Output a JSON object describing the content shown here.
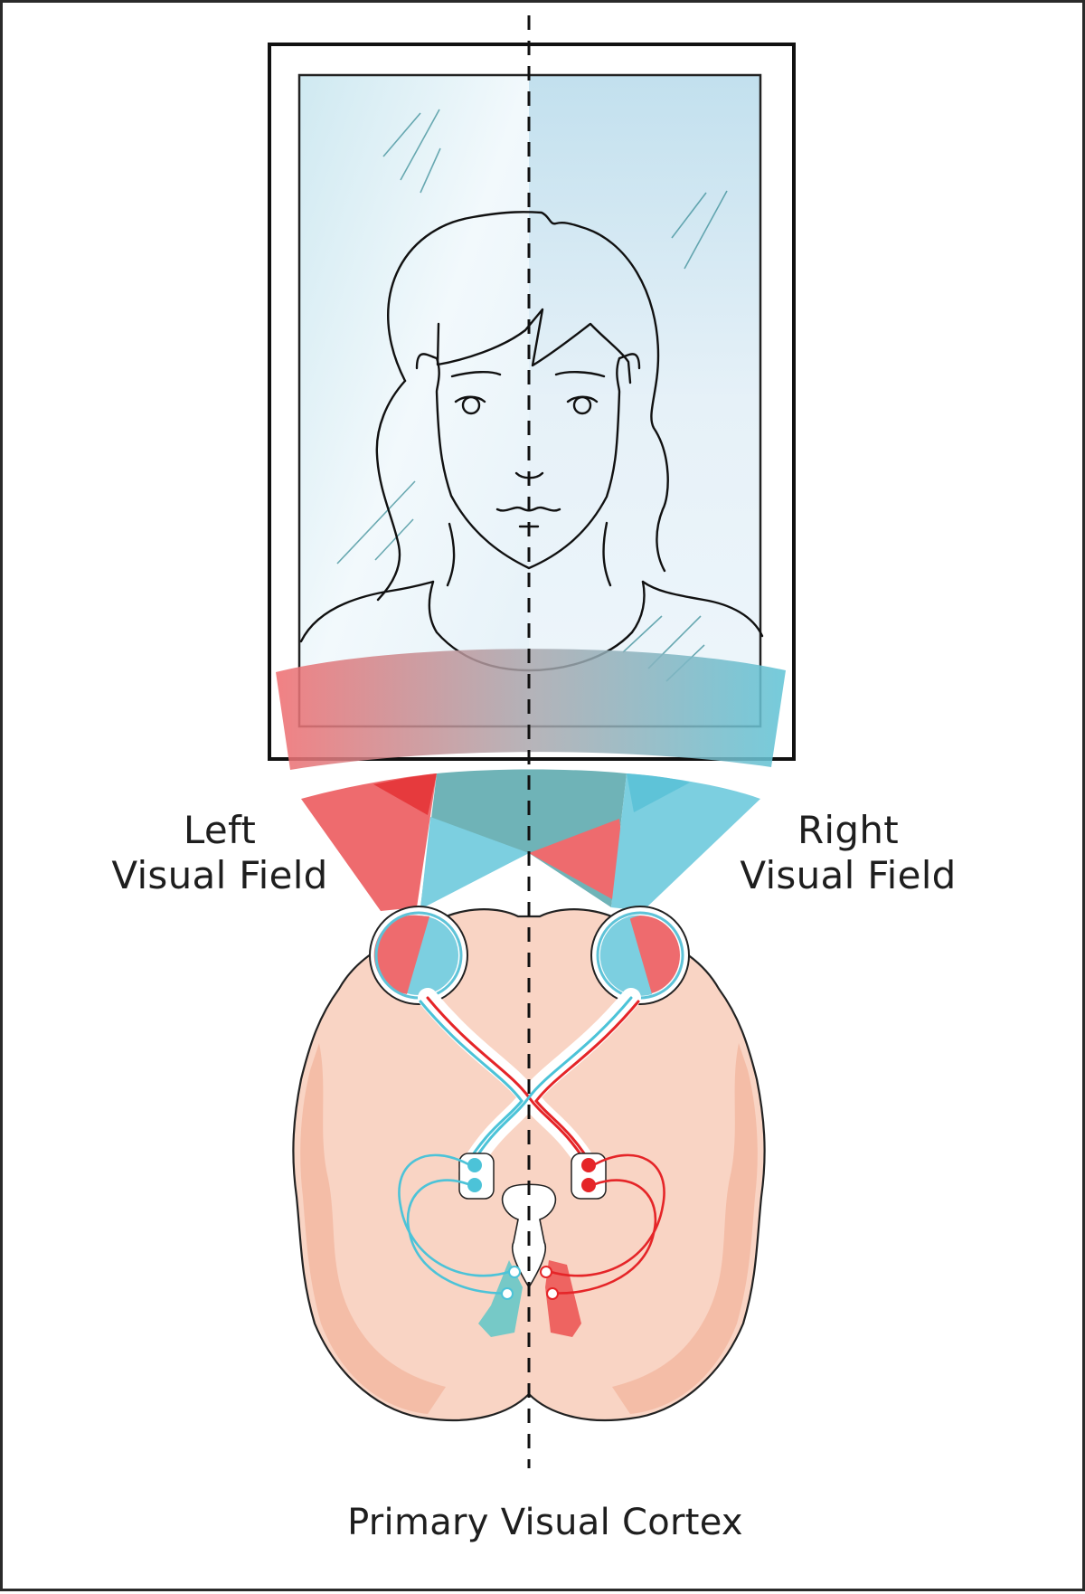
{
  "figure": {
    "left_label": {
      "line1": "Left",
      "line2": "Visual Field"
    },
    "right_label": {
      "line1": "Right",
      "line2": "Visual Field"
    },
    "bottom_label": "Primary Visual Cortex"
  },
  "colors": {
    "left_field": "#ee6b6e",
    "left_field_dark": "#e83a3c",
    "right_field": "#7ccfe0",
    "right_field_dark": "#5ec3d8",
    "overlap": "#6fb3b7",
    "brain_fill": "#f8d3c3",
    "brain_edge": "#f1b8a2",
    "mirror_left": "#d6edf3",
    "mirror_right": "#c4e1ef",
    "pathway_red": "#e52528",
    "pathway_blue": "#4cc3d8",
    "outline": "#1a1a1a"
  },
  "elements": [
    "mirror-frame",
    "face-drawing",
    "midline-dashed",
    "visual-field-band",
    "visual-field-cones",
    "eye-left",
    "eye-right",
    "optic-chiasm",
    "lateral-geniculate-left",
    "lateral-geniculate-right",
    "optic-radiations",
    "primary-visual-cortex-left",
    "primary-visual-cortex-right"
  ]
}
